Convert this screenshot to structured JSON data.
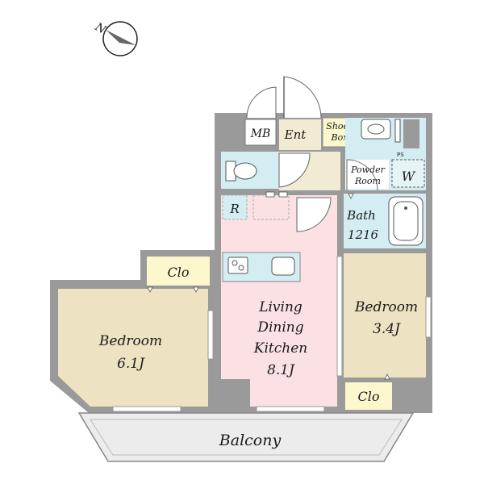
{
  "compass": {
    "north_label": "N"
  },
  "rooms": {
    "mb": "MB",
    "entrance": "Ent",
    "shoes_box": [
      "Shoes",
      "Box"
    ],
    "ps": "PS",
    "powder_room": [
      "Powder",
      "Room"
    ],
    "washer": "W",
    "refrigerator": "R",
    "bath": [
      "Bath",
      "1216"
    ],
    "closet_left": "Clo",
    "closet_right": "Clo",
    "bedroom_left": [
      "Bedroom",
      "6.1J"
    ],
    "ldk": [
      "Living",
      "Dining",
      "Kitchen",
      "8.1J"
    ],
    "bedroom_right": [
      "Bedroom",
      "3.4J"
    ],
    "balcony": "Balcony"
  },
  "colors": {
    "wall": "#9a9a9a",
    "bedroom_floor": "#ede3c2",
    "ldk_floor": "#fbe1e4",
    "wet_area": "#d3edf3",
    "entrance_floor": "#f1ebd3",
    "closet": "#fdf7cd",
    "balcony": "#ececec"
  }
}
